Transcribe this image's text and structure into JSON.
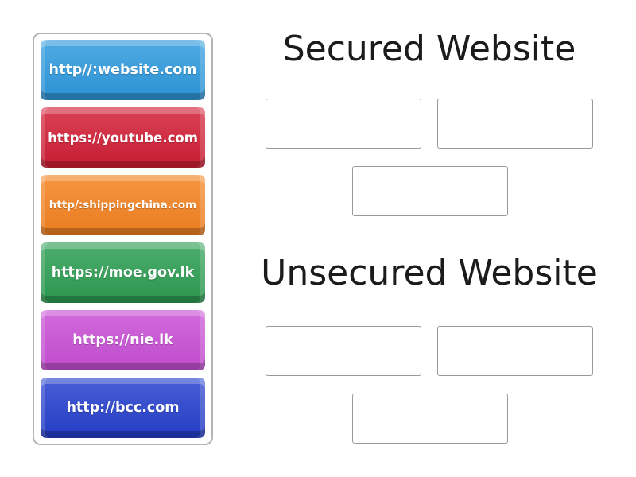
{
  "page": {
    "background": "#ffffff",
    "heading_color": "#1b1b1b",
    "card_text_color": "#ffffff",
    "zone_border_color": "#9a9a9a"
  },
  "tray": {
    "cards": [
      {
        "label": "http//:website.com",
        "color": "#2e9ade"
      },
      {
        "label": "https://youtube.com",
        "color": "#d21e35"
      },
      {
        "label": "http/:shippingchina.com",
        "color": "#f5821f"
      },
      {
        "label": "https://moe.gov.lk",
        "color": "#2c9e52"
      },
      {
        "label": "https://nie.lk",
        "color": "#c94fd6"
      },
      {
        "label": "http://bcc.com",
        "color": "#2640ce"
      }
    ]
  },
  "groups": [
    {
      "title": "Secured Website",
      "slot_count": 3
    },
    {
      "title": "Unsecured Website",
      "slot_count": 3
    }
  ]
}
